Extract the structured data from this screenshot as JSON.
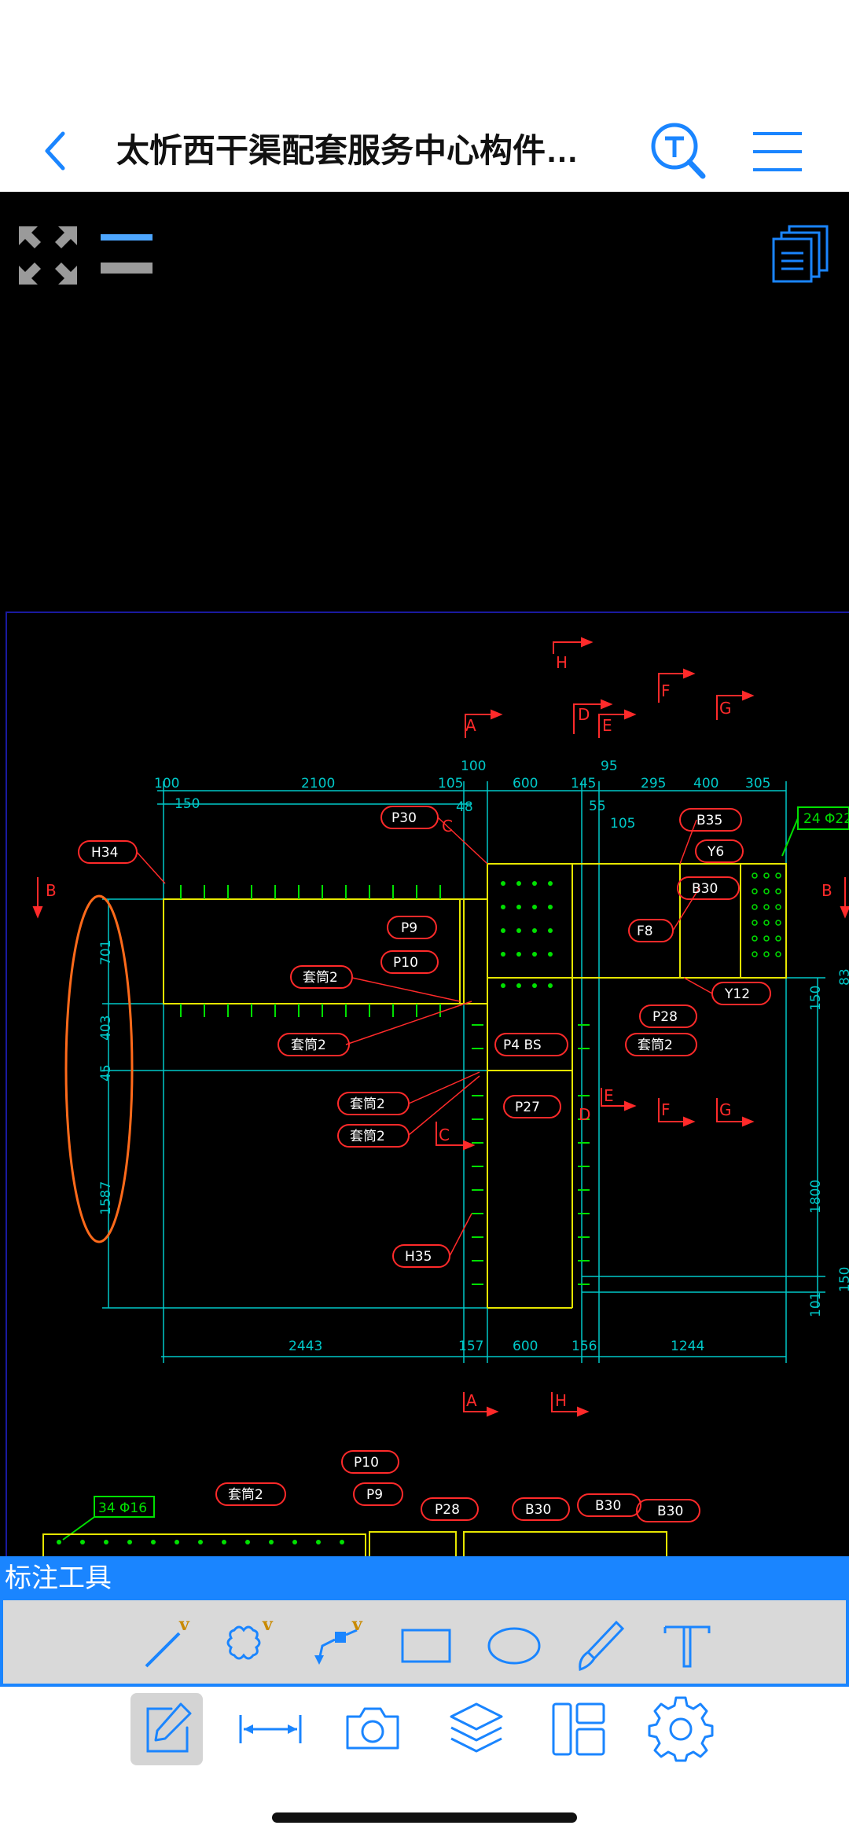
{
  "header": {
    "title": "太忻西干渠配套服务中心构件…",
    "back_icon": "chevron-left-icon",
    "search_icon": "text-search-icon",
    "menu_icon": "hamburger-menu-icon"
  },
  "canvas": {
    "overlay_icons": [
      "expand-arrows-icon",
      "layer-lines-icon",
      "sheets-stack-icon"
    ],
    "drawing": {
      "section_marks": [
        "A",
        "B",
        "C",
        "D",
        "E",
        "F",
        "G",
        "H"
      ],
      "dimensions_top": [
        "100",
        "150",
        "2100",
        "105",
        "100",
        "48",
        "600",
        "145",
        "55",
        "95",
        "105",
        "295",
        "400",
        "305"
      ],
      "dimensions_bottom": [
        "2443",
        "157",
        "600",
        "156",
        "1244"
      ],
      "dimensions_left": [
        "701",
        "403",
        "45",
        "1587"
      ],
      "dimensions_right": [
        "83",
        "150",
        "1800",
        "150",
        "101"
      ],
      "tags": [
        "H34",
        "P30",
        "P9",
        "P10",
        "套筒2",
        "套筒2",
        "套筒2",
        "套筒2",
        "P4 BS",
        "P27",
        "H35",
        "B35",
        "Y6",
        "B30",
        "F8",
        "Y12",
        "P28",
        "套筒2",
        "24 Φ22"
      ],
      "lower_tags": [
        "P10",
        "套筒2",
        "P9",
        "P28",
        "B30",
        "B30",
        "B30",
        "34 Φ16"
      ]
    }
  },
  "annotation": {
    "label": "标注工具",
    "tools": [
      {
        "name": "line-tool",
        "icon": "line-icon"
      },
      {
        "name": "cloud-tool",
        "icon": "cloud-icon"
      },
      {
        "name": "leader-arrow-tool",
        "icon": "arrow-leader-icon"
      },
      {
        "name": "rectangle-tool",
        "icon": "rectangle-icon"
      },
      {
        "name": "ellipse-tool",
        "icon": "ellipse-icon"
      },
      {
        "name": "pen-tool",
        "icon": "pen-icon"
      },
      {
        "name": "text-tool",
        "icon": "text-icon"
      }
    ]
  },
  "bottom_tabs": [
    {
      "name": "annotate",
      "icon": "pencil-edit-icon",
      "active": true
    },
    {
      "name": "measure",
      "icon": "measure-arrow-icon",
      "active": false
    },
    {
      "name": "screenshot",
      "icon": "camera-icon",
      "active": false
    },
    {
      "name": "layers",
      "icon": "layers-icon",
      "active": false
    },
    {
      "name": "layout",
      "icon": "layout-icon",
      "active": false
    },
    {
      "name": "settings",
      "icon": "gear-icon",
      "active": false
    }
  ],
  "colors": {
    "accent": "#1a85ff",
    "canvas": "#000000",
    "cad_cyan": "#00c8c8",
    "cad_red": "#ff2a2a",
    "cad_green": "#00e000",
    "cad_yellow": "#e6e600",
    "cad_orange": "#ff6a1a"
  }
}
